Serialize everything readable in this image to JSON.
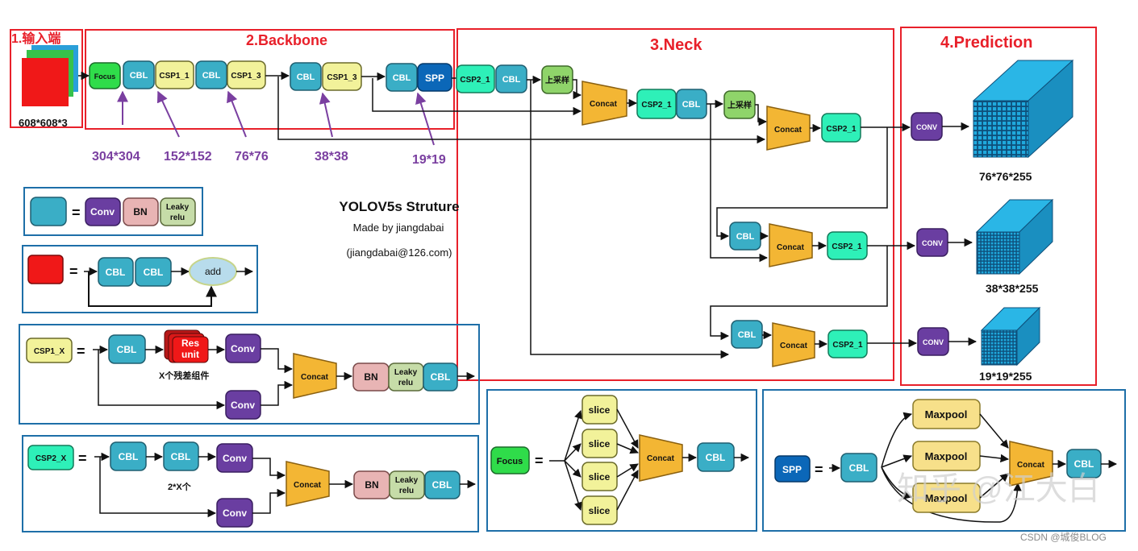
{
  "sections": {
    "input": "1.输入端",
    "backbone": "2.Backbone",
    "neck": "3.Neck",
    "prediction": "4.Prediction"
  },
  "input_size": "608*608*3",
  "blocks": {
    "focus": "Focus",
    "cbl": "CBL",
    "csp1_1": "CSP1_1",
    "csp1_3": "CSP1_3",
    "spp": "SPP",
    "csp2_1": "CSP2_1",
    "upsample": "上采样",
    "concat": "Concat",
    "conv_upper": "CONV",
    "conv": "Conv",
    "bn": "BN",
    "leaky_1": "Leaky",
    "leaky_2": "relu",
    "add": "add",
    "res_1": "Res",
    "res_2": "unit",
    "slice": "slice",
    "maxpool": "Maxpool",
    "csp1_x": "CSP1_X",
    "csp2_x": "CSP2_X",
    "equals": "="
  },
  "feature_sizes": {
    "s304": "304*304",
    "s152": "152*152",
    "s76": "76*76",
    "s38": "38*38",
    "s19": "19*19"
  },
  "outputs": {
    "o76": "76*76*255",
    "o38": "38*38*255",
    "o19": "19*19*255"
  },
  "center_text": {
    "title": "YOLOV5s Struture",
    "made_by": "Made by jiangdabai",
    "email": "(jiangdabai@126.com)"
  },
  "legend_notes": {
    "res_units": "X个残差组件",
    "cbl_count": "2*X个"
  },
  "watermark": "知乎 @江大白",
  "footer": "CSDN @城俊BLOG",
  "colors": {
    "red_frame": "#e8202a",
    "blue_frame": "#1e6fa8",
    "cbl": "#3aaec6",
    "csp1": "#f2f29a",
    "csp2": "#2ef0b8",
    "focus": "#2fdc4a",
    "conv": "#6a3ea1",
    "bn": "#e8b4b4",
    "leaky": "#c6dca8",
    "concat": "#f3b634",
    "spp": "#0b67b8",
    "upsample": "#8fd46a",
    "purple_label": "#7a3fa0",
    "cube": "#17a3d6"
  }
}
